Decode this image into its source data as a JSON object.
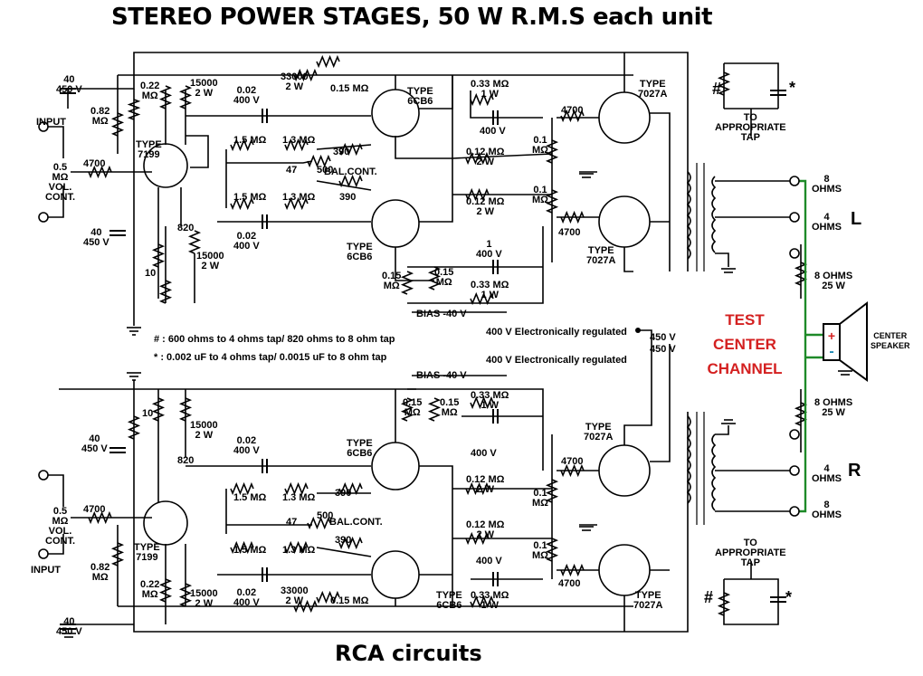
{
  "title": "STEREO POWER STAGES, 50 W R.M.S each unit",
  "footer": "RCA circuits",
  "test_label": [
    "TEST",
    "CENTER",
    "CHANNEL"
  ],
  "channel_L": "L",
  "channel_R": "R",
  "center_speaker": [
    "CENTER",
    "SPEAKER"
  ],
  "notes": {
    "hash": "# : 600 ohms to 4 ohms tap/ 820 ohms to 8 ohm tap",
    "star": "* : 0.002 uF to 4 ohms tap/ 0.0015 uF to 8 ohm tap"
  },
  "supply": {
    "top_400v": "400 V Electronically regulated",
    "top_450v": "450 V",
    "top_bias": "BIAS -40 V",
    "bot_400v": "400 V Electronically regulated",
    "bot_450v": "450 V",
    "bot_bias": "BIAS -40 V"
  },
  "top": {
    "c40": [
      "40",
      "450 V"
    ],
    "r082": [
      "0.82",
      "MΩ"
    ],
    "input": "INPUT",
    "vol": [
      "0.5",
      "MΩ",
      "VOL.",
      "CONT."
    ],
    "r4700_in": "4700",
    "r022": [
      "0.22",
      "MΩ"
    ],
    "r15000a": [
      "15000",
      "2 W"
    ],
    "t7199": [
      "TYPE",
      "7199"
    ],
    "r820": "820",
    "c40b": [
      "40",
      "450 V"
    ],
    "r10": "10",
    "r15000b": [
      "15000",
      "2 W"
    ],
    "c002a": [
      "0.02",
      "400 V"
    ],
    "c002b": [
      "0.02",
      "400 V"
    ],
    "r33000": [
      "33000",
      "2 W"
    ],
    "r015a": "0.15 MΩ",
    "r15a": "1.5 MΩ",
    "r13a": "1.3 MΩ",
    "r15b": "1.5 MΩ",
    "r13b": "1.3 MΩ",
    "r390a": "390",
    "r390b": "390",
    "r47": "47",
    "r500": "500",
    "bal": "BAL.CONT.",
    "t6cb6a": [
      "TYPE",
      "6CB6"
    ],
    "t6cb6b": [
      "TYPE",
      "6CB6"
    ],
    "r033a": [
      "0.33 MΩ",
      "1 W"
    ],
    "c400a": "400 V",
    "r012a": [
      "0.12 MΩ",
      "2 W"
    ],
    "r012b": [
      "0.12 MΩ",
      "2 W"
    ],
    "c400b": [
      "1",
      "400 V"
    ],
    "r015b": [
      "0.15",
      "MΩ"
    ],
    "r015c": [
      "0.15",
      "MΩ"
    ],
    "r033b": [
      "0.33 MΩ",
      "1 W"
    ],
    "r4700a": "4700",
    "r4700b": "4700",
    "r01a": [
      "0.1",
      "MΩ"
    ],
    "r01b": [
      "0.1",
      "MΩ"
    ],
    "t7027a": [
      "TYPE",
      "7027A"
    ],
    "t7027b": [
      "TYPE",
      "7027A"
    ],
    "to_tap": [
      "TO",
      "APPROPRIATE",
      "TAP"
    ],
    "ohm8": [
      "8",
      "OHMS"
    ],
    "ohm4": [
      "4",
      "OHMS"
    ],
    "rs8": [
      "8 OHMS",
      "25 W"
    ]
  },
  "bottom": {
    "c40": [
      "40",
      "450 V"
    ],
    "r10": "10",
    "r15000a": [
      "15000",
      "2 W"
    ],
    "r820": "820",
    "c002a": [
      "0.02",
      "400 V"
    ],
    "r15a": "1.5 MΩ",
    "r13a": "1.3 MΩ",
    "r390a": "390",
    "r47": "47",
    "r500": "500",
    "bal": "BAL.CONT.",
    "r390b": "390",
    "r15b": "1.5 MΩ",
    "r13b": "1.3 MΩ",
    "c002b": [
      "0.02",
      "400 V"
    ],
    "vol": [
      "0.5",
      "MΩ",
      "VOL.",
      "CONT."
    ],
    "r4700_in": "4700",
    "input": "INPUT",
    "t7199": [
      "TYPE",
      "7199"
    ],
    "r082": [
      "0.82",
      "MΩ"
    ],
    "r022": [
      "0.22",
      "MΩ"
    ],
    "r15000b": [
      "15000",
      "2 W"
    ],
    "r33000": [
      "33000",
      "2 W"
    ],
    "r015a": "0.15 MΩ",
    "c40b": [
      "40",
      "450 V"
    ],
    "r015b": [
      "0.15",
      "MΩ"
    ],
    "r015c": [
      "0.15",
      "MΩ"
    ],
    "t6cb6a": [
      "TYPE",
      "6CB6"
    ],
    "t6cb6b": [
      "TYPE",
      "6CB6"
    ],
    "r033a": [
      "0.33 MΩ",
      "1 W"
    ],
    "c400a": "400 V",
    "r012a": [
      "0.12 MΩ",
      "2 W"
    ],
    "r012b": [
      "0.12 MΩ",
      "2 W"
    ],
    "c400b": "400 V",
    "r033b": [
      "0.33 MΩ",
      "1 W"
    ],
    "r4700a": "4700",
    "r4700b": "4700",
    "r01a": [
      "0.1",
      "MΩ"
    ],
    "r01b": [
      "0.1",
      "MΩ"
    ],
    "t7027a": [
      "TYPE",
      "7027A"
    ],
    "t7027b": [
      "TYPE",
      "7027A"
    ],
    "to_tap": [
      "TO",
      "APPROPRIATE",
      "TAP"
    ],
    "ohm4": [
      "4",
      "OHMS"
    ],
    "ohm8": [
      "8",
      "OHMS"
    ],
    "rs8": [
      "8 OHMS",
      "25 W"
    ]
  },
  "colors": {
    "wire": "#000000",
    "test_wire": "#1e8a28",
    "test_text": "#d42020",
    "plus": "#d42020",
    "minus": "#1e8ab4"
  }
}
